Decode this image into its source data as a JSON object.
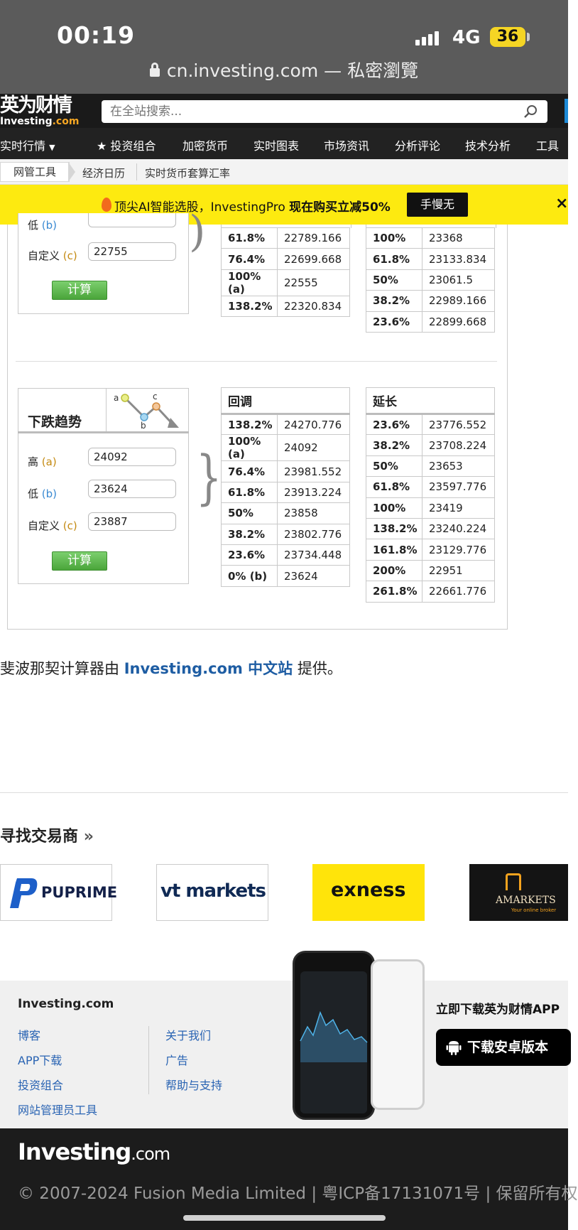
{
  "status": {
    "time": "00:19",
    "network": "4G",
    "battery": "36"
  },
  "browser": {
    "url": "cn.investing.com",
    "mode": "— 私密瀏覽"
  },
  "header": {
    "logo_cn": "英为财情",
    "logo_en": "Investing",
    "logo_com": ".com",
    "search_placeholder": "在全站搜索..."
  },
  "nav": {
    "items": [
      "实时行情",
      "投资组合",
      "加密货币",
      "实时图表",
      "市场资讯",
      "分析评论",
      "技术分析",
      "工具"
    ]
  },
  "breadcrumb": {
    "root": "网管工具",
    "items": [
      "经济日历",
      "实时货币套算汇率"
    ]
  },
  "promo": {
    "text_pre": "顶尖AI智能选股，InvestingPro ",
    "text_bold": "现在购买立减50%",
    "button": "手慢无",
    "close": "×"
  },
  "uptrend": {
    "low_label": "低",
    "low_key": "(b)",
    "custom_label": "自定义",
    "custom_key": "(c)",
    "custom_value": "22755",
    "calc_button": "计算",
    "retracement_rows": [
      [
        "61.8%",
        "22789.166"
      ],
      [
        "76.4%",
        "22699.668"
      ],
      [
        "100% (a)",
        "22555"
      ],
      [
        "138.2%",
        "22320.834"
      ]
    ],
    "extension_rows": [
      [
        "100%",
        "23368"
      ],
      [
        "61.8%",
        "23133.834"
      ],
      [
        "50%",
        "23061.5"
      ],
      [
        "38.2%",
        "22989.166"
      ],
      [
        "23.6%",
        "22899.668"
      ]
    ]
  },
  "downtrend": {
    "title": "下跌趋势",
    "diagram_labels": {
      "a": "a",
      "b": "b",
      "c": "c"
    },
    "high_label": "高",
    "high_key": "(a)",
    "high_value": "24092",
    "low_label": "低",
    "low_key": "(b)",
    "low_value": "23624",
    "custom_label": "自定义",
    "custom_key": "(c)",
    "custom_value": "23887",
    "calc_button": "计算",
    "retracement_header": "回调",
    "retracement_rows": [
      [
        "138.2%",
        "24270.776"
      ],
      [
        "100% (a)",
        "24092"
      ],
      [
        "76.4%",
        "23981.552"
      ],
      [
        "61.8%",
        "23913.224"
      ],
      [
        "50%",
        "23858"
      ],
      [
        "38.2%",
        "23802.776"
      ],
      [
        "23.6%",
        "23734.448"
      ],
      [
        "0% (b)",
        "23624"
      ]
    ],
    "extension_header": "延长",
    "extension_rows": [
      [
        "23.6%",
        "23776.552"
      ],
      [
        "38.2%",
        "23708.224"
      ],
      [
        "50%",
        "23653"
      ],
      [
        "61.8%",
        "23597.776"
      ],
      [
        "100%",
        "23419"
      ],
      [
        "138.2%",
        "23240.224"
      ],
      [
        "161.8%",
        "23129.776"
      ],
      [
        "200%",
        "22951"
      ],
      [
        "261.8%",
        "22661.776"
      ]
    ]
  },
  "credit": {
    "pre": "斐波那契计算器由 ",
    "link": "Investing.com 中文站",
    "post": " 提供。"
  },
  "brokers": {
    "title": "寻找交易商",
    "arrow": "»",
    "items": [
      {
        "name": "PUPRIME"
      },
      {
        "name": "vt markets"
      },
      {
        "name": "exness"
      },
      {
        "name": "AMARKETS",
        "tagline": "Your online broker"
      }
    ]
  },
  "footer": {
    "brand": "Investing.com",
    "col1": [
      "博客",
      "APP下载",
      "投资组合",
      "网站管理员工具"
    ],
    "col2": [
      "关于我们",
      "广告",
      "帮助与支持"
    ],
    "app_title": "立即下载英为财情APP",
    "app_button": "下载安卓版本"
  },
  "bottom": {
    "logo": "Investing",
    "logo_com": ".com",
    "copyright": "© 2007-2024 Fusion Media Limited | 粤ICP备17131071号 | 保留所有权"
  }
}
